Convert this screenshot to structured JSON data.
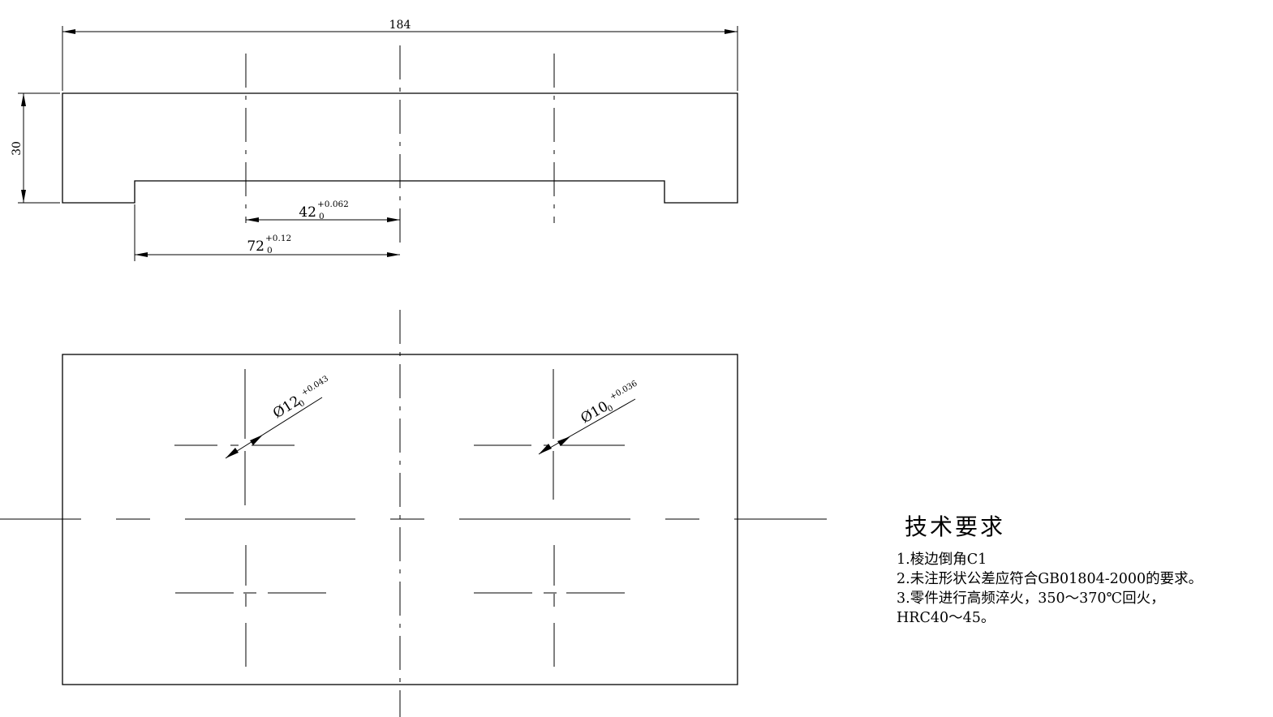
{
  "dimensions": {
    "overall_length": "184",
    "height": "30",
    "slot_42": {
      "nominal": "42",
      "upper": "+0.062",
      "lower": "0"
    },
    "slot_72": {
      "nominal": "72",
      "upper": "+0.12",
      "lower": "0"
    },
    "hole_12": {
      "nominal": "Ø12",
      "upper": "+0.043",
      "lower": "0"
    },
    "hole_10": {
      "nominal": "Ø10",
      "upper": "+0.036",
      "lower": "0"
    }
  },
  "notes": {
    "title": "技术要求",
    "items": [
      "1.棱边倒角C1",
      "2.未注形状公差应符合GB01804-2000的要求。",
      "3.零件进行高频淬火，350～370℃回火，",
      "HRC40～45。"
    ]
  }
}
